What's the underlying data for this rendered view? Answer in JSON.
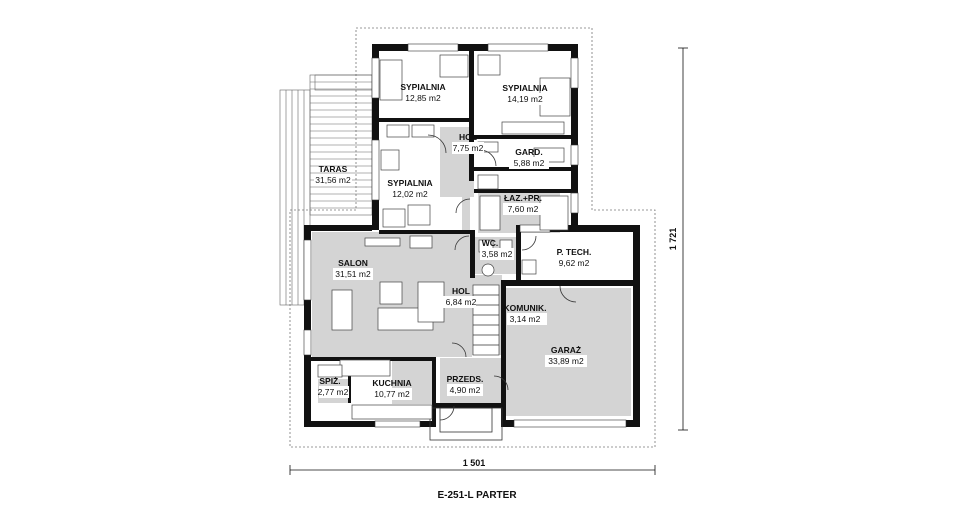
{
  "title": "E-251-L PARTER",
  "dimensions": {
    "width": "1 501",
    "height": "1 721"
  },
  "rooms": {
    "sypialnia1": {
      "name": "SYPIALNIA",
      "area": "12,85 m2"
    },
    "sypialnia2": {
      "name": "SYPIALNIA",
      "area": "14,19 m2"
    },
    "hol1": {
      "name": "HOL",
      "area": "7,75 m2"
    },
    "gard": {
      "name": "GARD.",
      "area": "5,88 m2"
    },
    "taras": {
      "name": "TARAS",
      "area": "31,56 m2"
    },
    "sypialnia3": {
      "name": "SYPIALNIA",
      "area": "12,02 m2"
    },
    "laz": {
      "name": "ŁAZ.+PR.",
      "area": "7,60 m2"
    },
    "wc": {
      "name": "WC.",
      "area": "3,58 m2"
    },
    "ptech": {
      "name": "P. TECH.",
      "area": "9,62 m2"
    },
    "salon": {
      "name": "SALON",
      "area": "31,51 m2"
    },
    "hol2": {
      "name": "HOL",
      "area": "6,84 m2"
    },
    "komunik": {
      "name": "KOMUNIK.",
      "area": "3,14 m2"
    },
    "garaz": {
      "name": "GARAŻ",
      "area": "33,89 m2"
    },
    "spiz": {
      "name": "SPIŻ.",
      "area": "2,77 m2"
    },
    "kuchnia": {
      "name": "KUCHNIA",
      "area": "10,77 m2"
    },
    "przeds": {
      "name": "PRZEDS.",
      "area": "4,90 m2"
    }
  }
}
